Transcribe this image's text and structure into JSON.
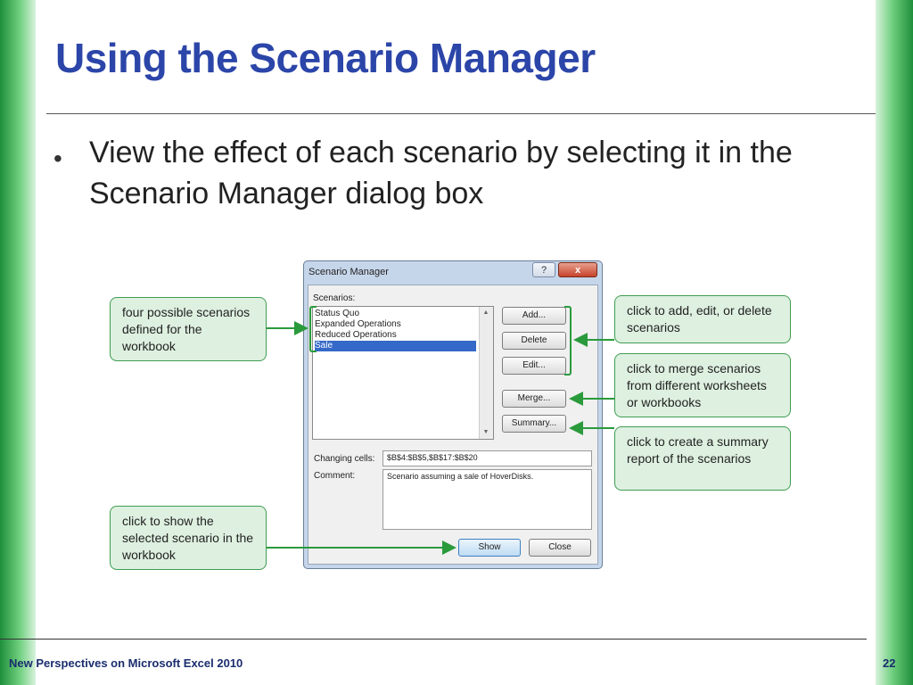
{
  "slide": {
    "title": "Using the Scenario Manager",
    "bullet": "View the effect of each scenario by selecting it in the Scenario Manager dialog box",
    "footer_left": "New Perspectives on Microsoft Excel 2010",
    "page_number": "22"
  },
  "dialog": {
    "title": "Scenario Manager",
    "help_label": "?",
    "close_label": "x",
    "scenarios_label": "Scenarios:",
    "scenarios": [
      "Status Quo",
      "Expanded Operations",
      "Reduced Operations",
      "Sale"
    ],
    "selected_scenario": "Sale",
    "buttons": {
      "add": "Add...",
      "delete": "Delete",
      "edit": "Edit...",
      "merge": "Merge...",
      "summary": "Summary...",
      "show": "Show",
      "close": "Close"
    },
    "changing_cells_label": "Changing cells:",
    "changing_cells_value": "$B$4:$B$5,$B$17:$B$20",
    "comment_label": "Comment:",
    "comment_value": "Scenario assuming a sale of HoverDisks."
  },
  "callouts": {
    "scenarios": "four possible scenarios defined for the workbook",
    "show": "click to show the selected scenario in the workbook",
    "add_edit_delete": "click to add, edit, or delete scenarios",
    "merge": "click to merge scenarios from different worksheets or workbooks",
    "summary": "click to create a summary report of the scenarios"
  },
  "colors": {
    "title": "#2b45a8",
    "accent_green": "#2a9a3c",
    "callout_fill": "#def0e0",
    "selection": "#3569c9"
  }
}
